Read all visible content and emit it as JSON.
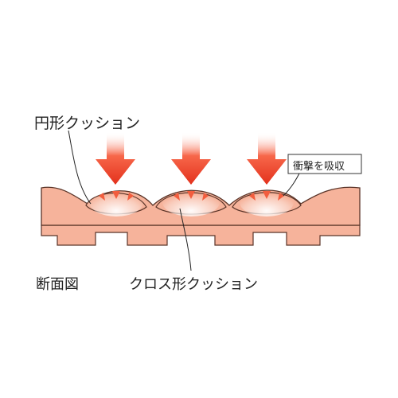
{
  "labels": {
    "circle_cushion": "円形クッション",
    "absorb_impact": "衝撃を吸収",
    "cross_section": "断面図",
    "cross_cushion": "クロス形クッション"
  },
  "colors": {
    "mat_fill": "#f6b39b",
    "mat_stroke": "#5a3428",
    "arrow_top": "#ffffff",
    "arrow_mid": "#f7674a",
    "arrow_bottom": "#e3311c",
    "impact_glow": "#ffffff"
  },
  "icons": {
    "arrow": "down-arrow-icon"
  }
}
